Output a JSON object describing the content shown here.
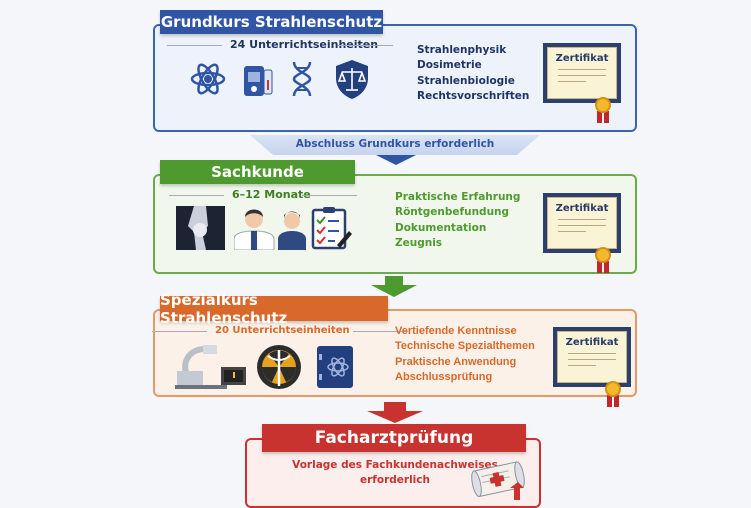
{
  "colors": {
    "blue": "#2f55a4",
    "green": "#4e9a2e",
    "orange": "#d9692a",
    "red": "#c8322f"
  },
  "steps": [
    {
      "title": "Grundkurs Strahlenschutz",
      "subtitle": "24 Unterrichtseinheiten",
      "items": [
        "Strahlenphysik",
        "Dosimetrie",
        "Strahlenbiologie",
        "Rechtsvorschriften"
      ],
      "certificate": "Zertifikat",
      "icons": [
        "atom-icon",
        "dosimeter-icon",
        "dna-icon",
        "law-shield-icon"
      ]
    },
    {
      "title": "Sachkunde",
      "subtitle": "6–12 Monate",
      "items": [
        "Praktische Erfahrung",
        "Röntgenbefundung",
        "Dokumentation",
        "Zeugnis"
      ],
      "certificate": "Zertifikat",
      "icons": [
        "xray-knee-icon",
        "doctor-patient-icon",
        "checklist-icon"
      ]
    },
    {
      "title": "Spezialkurs Strahlenschutz",
      "subtitle": "20 Unterrichtseinheiten",
      "items": [
        "Vertiefende Kenntnisse",
        "Technische Spezialthemen",
        "Praktische Anwendung",
        "Abschlussprüfung"
      ],
      "certificate": "Zertifikat",
      "icons": [
        "c-arm-icon",
        "radiation-caduceus-icon",
        "atom-book-icon"
      ]
    },
    {
      "title": "Facharztprüfung",
      "text_line1": "Vorlage des Fachkundenachweises",
      "text_line2": "erforderlich",
      "icons": [
        "diploma-scroll-icon"
      ]
    }
  ],
  "connector_1": "Abschluss Grundkurs erforderlich"
}
